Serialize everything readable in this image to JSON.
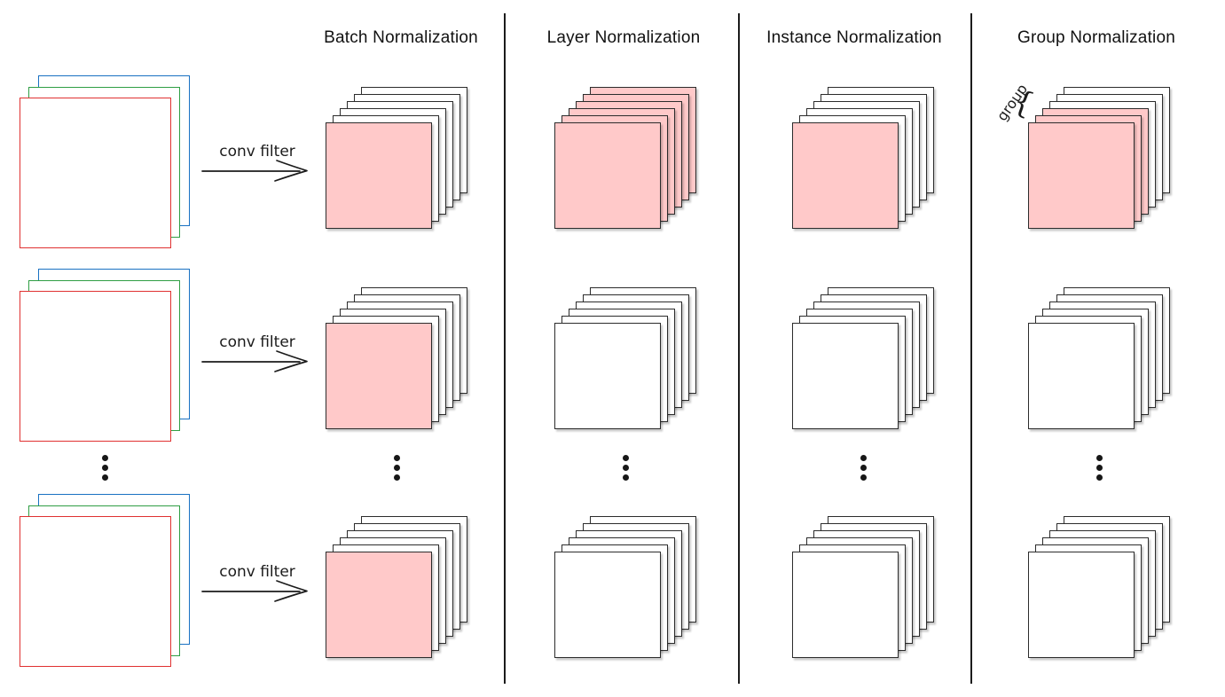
{
  "columns": [
    {
      "id": "batch",
      "label": "Batch Normalization",
      "highlight_rows": [
        [
          1,
          0,
          0,
          0,
          0,
          0
        ],
        [
          1,
          0,
          0,
          0,
          0,
          0
        ],
        [
          1,
          0,
          0,
          0,
          0,
          0
        ]
      ]
    },
    {
      "id": "layer",
      "label": "Layer Normalization",
      "highlight_rows": [
        [
          1,
          1,
          1,
          1,
          1,
          1
        ],
        [
          0,
          0,
          0,
          0,
          0,
          0
        ],
        [
          0,
          0,
          0,
          0,
          0,
          0
        ]
      ]
    },
    {
      "id": "instance",
      "label": "Instance Normalization",
      "highlight_rows": [
        [
          1,
          0,
          0,
          0,
          0,
          0
        ],
        [
          0,
          0,
          0,
          0,
          0,
          0
        ],
        [
          0,
          0,
          0,
          0,
          0,
          0
        ]
      ]
    },
    {
      "id": "group",
      "label": "Group Normalization",
      "highlight_rows": [
        [
          1,
          1,
          1,
          0,
          0,
          0
        ],
        [
          0,
          0,
          0,
          0,
          0,
          0
        ],
        [
          0,
          0,
          0,
          0,
          0,
          0
        ]
      ],
      "annotation": {
        "label": "group",
        "brace": "{",
        "group_size": 3
      }
    }
  ],
  "input": {
    "rows": 3,
    "channels": [
      {
        "name": "red-channel-square",
        "color": "#e03131"
      },
      {
        "name": "green-channel-square",
        "color": "#2f9e44"
      },
      {
        "name": "blue-channel-square",
        "color": "#1971c2"
      }
    ]
  },
  "arrow": {
    "label": "conv filter"
  },
  "feature_maps_per_stack": 6,
  "colors": {
    "highlight": "#ffc9c9",
    "feature_map_fill": "#ffffff",
    "ink": "#1b1b1b"
  }
}
